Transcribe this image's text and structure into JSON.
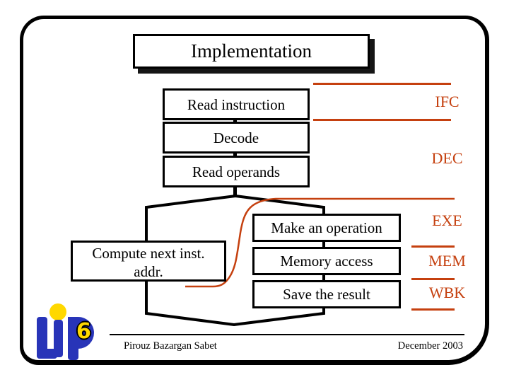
{
  "slide": {
    "title": "Implementation",
    "footer": {
      "author": "Pirouz Bazargan Sabet",
      "date": "December 2003"
    },
    "logo": {
      "digit": "6",
      "name": "LIP6"
    }
  },
  "diagram": {
    "top_stages": [
      "Read instruction",
      "Decode",
      "Read operands"
    ],
    "left_stage_lines": [
      "Compute next inst.",
      "addr."
    ],
    "right_stages": [
      "Make an operation",
      "Memory access",
      "Save the result"
    ],
    "stage_labels": [
      "IFC",
      "DEC",
      "EXE",
      "MEM",
      "WBK"
    ]
  },
  "colors": {
    "accent_orange": "#C5400F",
    "box_border": "#000000",
    "logo_blue": "#2834B8",
    "logo_yellow": "#FFD800"
  }
}
